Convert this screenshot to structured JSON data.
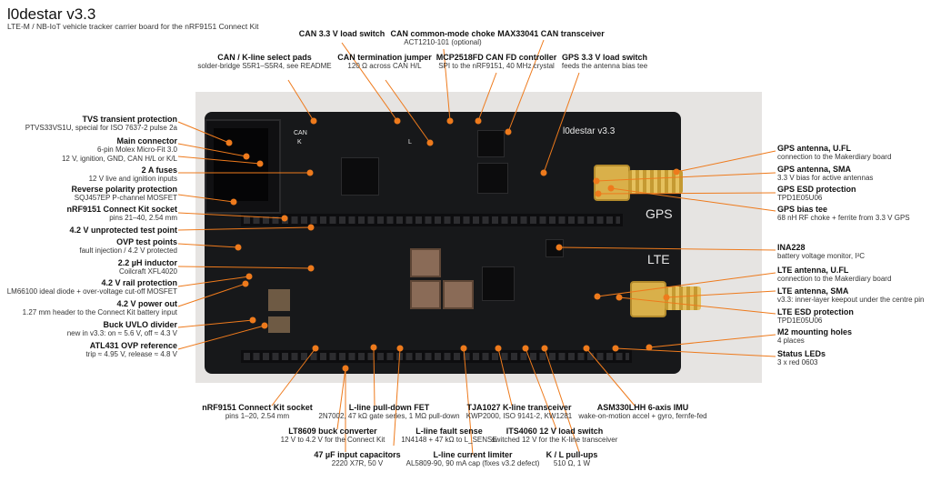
{
  "title": "l0destar v3.3",
  "subtitle": "LTE-M / NB-IoT vehicle tracker carrier board for the nRF9151 Connect Kit",
  "board_silk": {
    "name": "l0destar v3.3",
    "gps": "GPS",
    "lte": "LTE",
    "can": "CAN",
    "k": "K",
    "l": "L"
  },
  "callouts": [
    {
      "id": "tvs",
      "title": "TVS transient protection",
      "desc": "PTVS33VS1U, special for ISO 7637-2 pulse 2a"
    },
    {
      "id": "main-connector",
      "title": "Main connector",
      "desc": "6-pin Molex Micro-Fit 3.0"
    },
    {
      "id": "main-connector-2",
      "title": "",
      "desc": "12 V, ignition, GND, CAN H/L or K/L"
    },
    {
      "id": "fuses",
      "title": "2 A fuses",
      "desc": "12 V live and ignition inputs"
    },
    {
      "id": "reverse",
      "title": "Reverse polarity protection",
      "desc": "SQJ457EP P-channel MOSFET"
    },
    {
      "id": "nrf-socket",
      "title": "nRF9151 Connect Kit socket",
      "desc": "pins 21–40, 2.54 mm"
    },
    {
      "id": "unprot",
      "title": "4.2 V unprotected test point",
      "desc": ""
    },
    {
      "id": "ovp-tp",
      "title": "OVP test points",
      "desc": "fault injection / 4.2 V protected"
    },
    {
      "id": "inductor",
      "title": "2.2 µH inductor",
      "desc": "Coilcraft XFL4020"
    },
    {
      "id": "rail-prot",
      "title": "4.2 V rail protection",
      "desc": "LM66100 ideal diode + over-voltage cut-off MOSFET"
    },
    {
      "id": "power-out",
      "title": "4.2 V power out",
      "desc": "1.27 mm header to the Connect Kit battery input"
    },
    {
      "id": "uvlo",
      "title": "Buck UVLO divider",
      "desc": "new in v3.3: on ≈ 5.6 V, off ≈ 4.3 V"
    },
    {
      "id": "atl431",
      "title": "ATL431 OVP reference",
      "desc": "trip ≈ 4.95 V, release ≈ 4.8 V"
    },
    {
      "id": "can-sel",
      "title": "CAN / K-line select pads",
      "desc": "solder-bridge S5R1–S5R4, see README"
    },
    {
      "id": "can-33",
      "title": "CAN 3.3 V load switch",
      "desc": ""
    },
    {
      "id": "can-term",
      "title": "CAN termination jumper",
      "desc": "120 Ω across CAN H/L"
    },
    {
      "id": "choke",
      "title": "CAN common-mode choke",
      "desc": "ACT1210-101 (optional)"
    },
    {
      "id": "mcp",
      "title": "MCP2518FD CAN FD controller",
      "desc": "SPI to the nRF9151, 40 MHz crystal"
    },
    {
      "id": "max",
      "title": "MAX33041 CAN transceiver",
      "desc": ""
    },
    {
      "id": "gps-33",
      "title": "GPS 3.3 V load switch",
      "desc": "feeds the antenna bias tee"
    },
    {
      "id": "gps-ufl",
      "title": "GPS antenna, U.FL",
      "desc": "connection to the Makerdiary board"
    },
    {
      "id": "gps-sma",
      "title": "GPS antenna, SMA",
      "desc": "3.3 V bias for active antennas"
    },
    {
      "id": "gps-esd",
      "title": "GPS ESD protection",
      "desc": "TPD1E05U06"
    },
    {
      "id": "gps-tee",
      "title": "GPS bias tee",
      "desc": "68 nH RF choke + ferrite from 3.3 V GPS"
    },
    {
      "id": "ina",
      "title": "INA228",
      "desc": "battery voltage monitor, I²C"
    },
    {
      "id": "lte-ufl",
      "title": "LTE antenna, U.FL",
      "desc": "connection to the Makerdiary board"
    },
    {
      "id": "lte-sma",
      "title": "LTE antenna, SMA",
      "desc": "v3.3: inner-layer keepout under the centre pin"
    },
    {
      "id": "lte-esd",
      "title": "LTE ESD protection",
      "desc": "TPD1E05U06"
    },
    {
      "id": "holes",
      "title": "M2 mounting holes",
      "desc": "4 places"
    },
    {
      "id": "leds",
      "title": "Status LEDs",
      "desc": "3 x red 0603"
    },
    {
      "id": "nrf-socket-2",
      "title": "nRF9151 Connect Kit socket",
      "desc": "pins 1–20, 2.54 mm"
    },
    {
      "id": "lpd",
      "title": "L-line pull-down FET",
      "desc": "2N7002, 47 kΩ gate series, 1 MΩ pull-down"
    },
    {
      "id": "lt8609",
      "title": "LT8609 buck converter",
      "desc": "12 V to 4.2 V for the Connect Kit"
    },
    {
      "id": "lfault",
      "title": "L-line fault sense",
      "desc": "1N4148 + 47 kΩ to L_SENSE"
    },
    {
      "id": "caps47",
      "title": "47 µF input capacitors",
      "desc": "2220 X7R, 50 V"
    },
    {
      "id": "llimit",
      "title": "L-line current limiter",
      "desc": "AL5809-90, 90 mA cap (fixes v3.2 defect)"
    },
    {
      "id": "tja",
      "title": "TJA1027 K-line transceiver",
      "desc": "KWP2000, ISO 9141-2, KW1281"
    },
    {
      "id": "its",
      "title": "ITS4060 12 V load switch",
      "desc": "switched 12 V for the K-line transceiver"
    },
    {
      "id": "pullups",
      "title": "K / L pull-ups",
      "desc": "510 Ω, 1 W"
    },
    {
      "id": "asm",
      "title": "ASM330LHH 6-axis IMU",
      "desc": "wake-on-motion accel + gyro, fernfe-fed"
    }
  ]
}
